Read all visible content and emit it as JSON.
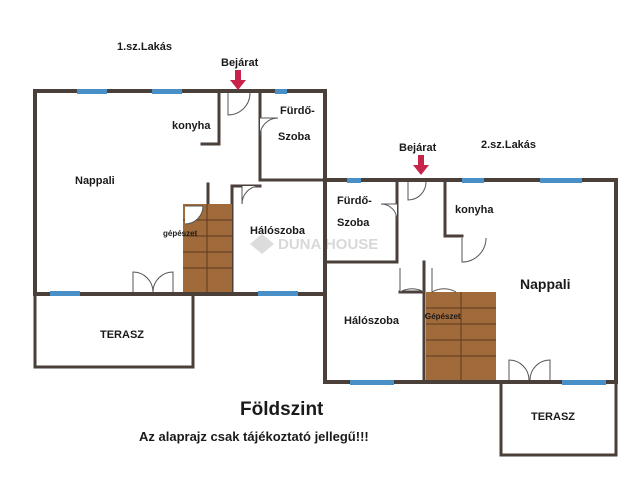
{
  "units": {
    "unit1": "1.sz.Lakás",
    "unit2": "2.sz.Lakás"
  },
  "entrance_label": "Bejárat",
  "rooms": {
    "u1_konyha": "konyha",
    "u1_furdo_line1": "Fürdő-",
    "u1_furdo_line2": "Szoba",
    "u1_nappali": "Nappali",
    "u1_gepeszet": "gépészet",
    "u1_haloszoba": "Hálószoba",
    "u1_terasz": "TERASZ",
    "u2_furdo_line1": "Fürdő-",
    "u2_furdo_line2": "Szoba",
    "u2_konyha": "konyha",
    "u2_nappali": "Nappali",
    "u2_haloszoba": "Hálószoba",
    "u2_gepeszet": "Gépészet",
    "u2_terasz": "TERASZ"
  },
  "title": "Földszint",
  "subtitle": "Az alaprajz csak tájékoztató jellegű!!!",
  "watermark": "DUNA HOUSE",
  "colors": {
    "wall": "#4a3f39",
    "window": "#4a90c8",
    "stairs": "#a06a3a",
    "arrow": "#c8234a"
  }
}
